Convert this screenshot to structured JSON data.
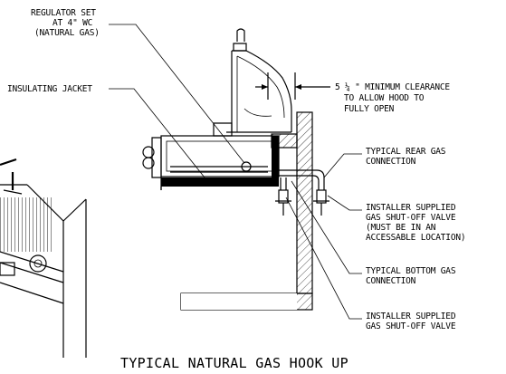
{
  "labels": {
    "regulator": [
      "REGULATOR SET",
      "AT 4\" WC",
      "(NATURAL GAS)"
    ],
    "jacket": "INSULATING JACKET",
    "clearance": [
      "5 ¼ \" MINIMUM CLEARANCE",
      "TO ALLOW HOOD TO",
      "FULLY OPEN"
    ],
    "rear_gas": [
      "TYPICAL REAR GAS",
      "CONNECTION"
    ],
    "shutoff_top": [
      "INSTALLER SUPPLIED",
      "GAS SHUT-OFF VALVE",
      "(MUST BE IN AN",
      "ACCESSABLE LOCATION)"
    ],
    "bottom_gas": [
      "TYPICAL BOTTOM GAS",
      "CONNECTION"
    ],
    "shutoff_bottom": [
      "INSTALLER SUPPLIED",
      "GAS SHUT-OFF VALVE"
    ]
  },
  "caption": "TYPICAL NATURAL GAS HOOK UP"
}
